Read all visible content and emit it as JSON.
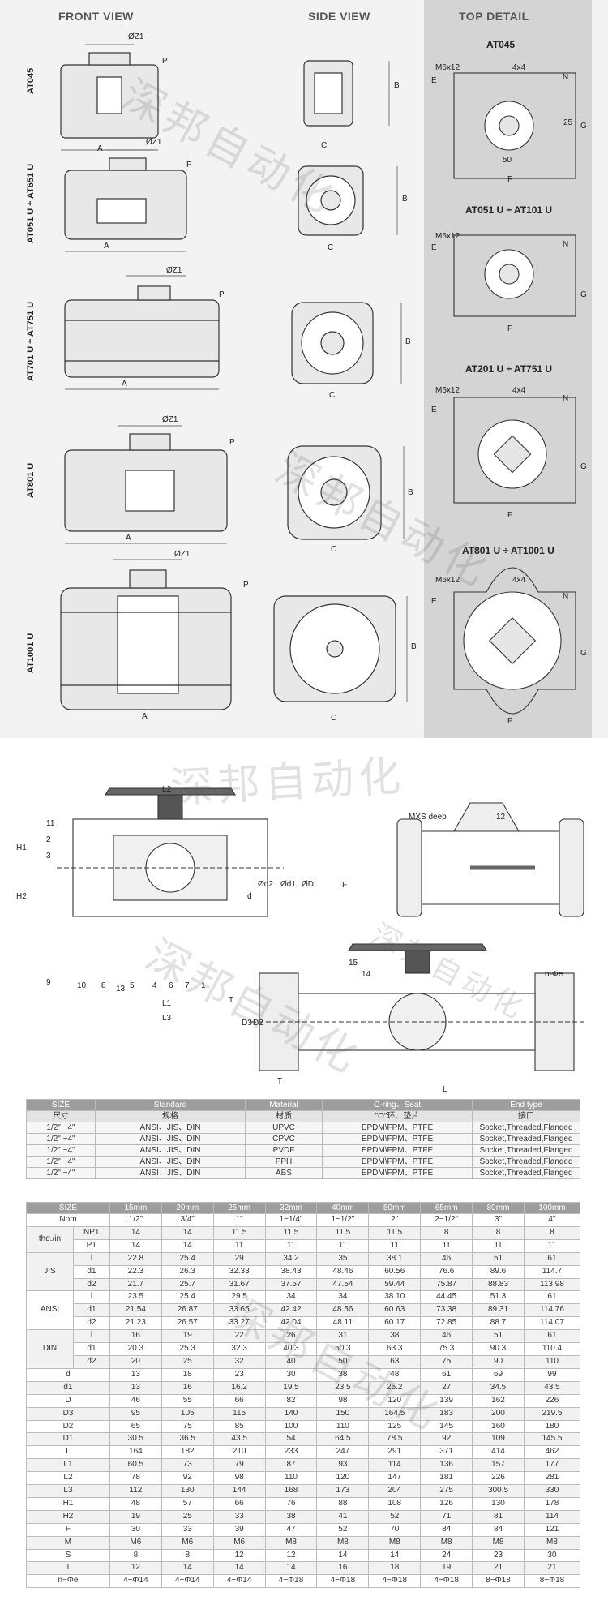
{
  "sheet1": {
    "headers": {
      "front": "FRONT VIEW",
      "side": "SIDE VIEW",
      "top": "TOP DETAIL"
    },
    "models": [
      "AT045",
      "AT051 U ÷ AT651 U",
      "AT701 U ÷ AT751 U",
      "AT801 U",
      "AT1001 U"
    ],
    "dim_labels": {
      "a": "A",
      "b": "B",
      "c": "C",
      "p": "P",
      "z": "ØZ1",
      "e": "E",
      "f": "F",
      "g": "G",
      "n": "N",
      "m": "M6x12",
      "s": "4x4",
      "d25": "25",
      "d50": "50"
    },
    "details": [
      "AT045",
      "AT051 U ÷ AT101 U",
      "AT201 U ÷ AT751 U",
      "AT801 U ÷ AT1001 U"
    ]
  },
  "sheet2": {
    "callouts": [
      "11",
      "2",
      "3",
      "9",
      "10",
      "8",
      "13",
      "5",
      "4",
      "6",
      "7",
      "1",
      "12",
      "15",
      "14"
    ],
    "dims": {
      "h1": "H1",
      "h2": "H2",
      "l1": "L1",
      "l2": "L2",
      "l3": "L3",
      "l": "L",
      "t": "T",
      "d": "d",
      "d2": "Ød2",
      "d1": "Ød1",
      "dd": "ØD",
      "d3": "D3",
      "dd2": "D2",
      "f": "F",
      "mxs": "MXS deep",
      "ne": "n-Φe"
    }
  },
  "watermark": "深邦自动化",
  "table1": {
    "headers": [
      "SIZE",
      "Standard",
      "Material",
      "O-ring、Seat",
      "End type"
    ],
    "headers_zh": [
      "尺寸",
      "规格",
      "材质",
      "\"O\"环、垫片",
      "接口"
    ],
    "rows": [
      [
        "1/2\" ~4\"",
        "ANSI、JIS、DIN",
        "UPVC",
        "EPDM\\FPM、PTFE",
        "Socket,Threaded,Flanged"
      ],
      [
        "1/2\" ~4\"",
        "ANSI、JIS、DIN",
        "CPVC",
        "EPDM\\FPM、PTFE",
        "Socket,Threaded,Flanged"
      ],
      [
        "1/2\" ~4\"",
        "ANSI、JIS、DIN",
        "PVDF",
        "EPDM\\FPM、PTFE",
        "Socket,Threaded,Flanged"
      ],
      [
        "1/2\" ~4\"",
        "ANSI、JIS、DIN",
        "PPH",
        "EPDM\\FPM、PTFE",
        "Socket,Threaded,Flanged"
      ],
      [
        "1/2\" ~4\"",
        "ANSI、JIS、DIN",
        "ABS",
        "EPDM\\FPM、PTFE",
        "Socket,Threaded,Flanged"
      ]
    ]
  },
  "table2": {
    "size_label": "SIZE",
    "sizes": [
      "15mm",
      "20mm",
      "25mm",
      "32mm",
      "40mm",
      "50mm",
      "65mm",
      "80mm",
      "100mm"
    ],
    "rows": [
      {
        "g": "Nom",
        "s": "",
        "v": [
          "1/2\"",
          "3/4\"",
          "1\"",
          "1−1/4\"",
          "1−1/2\"",
          "2\"",
          "2−1/2\"",
          "3\"",
          "4\""
        ]
      },
      {
        "g": "thd./in",
        "s": "NPT",
        "v": [
          "14",
          "14",
          "11.5",
          "11.5",
          "11.5",
          "11.5",
          "8",
          "8",
          "8"
        ]
      },
      {
        "g": "",
        "s": "PT",
        "v": [
          "14",
          "14",
          "11",
          "11",
          "11",
          "11",
          "11",
          "11",
          "11"
        ]
      },
      {
        "g": "JIS",
        "s": "l",
        "v": [
          "22.8",
          "25.4",
          "29",
          "34.2",
          "35",
          "38.1",
          "46",
          "51",
          "61"
        ]
      },
      {
        "g": "",
        "s": "d1",
        "v": [
          "22.3",
          "26.3",
          "32.33",
          "38.43",
          "48.46",
          "60.56",
          "76.6",
          "89.6",
          "114.7"
        ]
      },
      {
        "g": "",
        "s": "d2",
        "v": [
          "21.7",
          "25.7",
          "31.67",
          "37.57",
          "47.54",
          "59.44",
          "75.87",
          "88.83",
          "113.98"
        ]
      },
      {
        "g": "ANSI",
        "s": "l",
        "v": [
          "23.5",
          "25.4",
          "29.5",
          "34",
          "34",
          "38.10",
          "44.45",
          "51.3",
          "61"
        ]
      },
      {
        "g": "",
        "s": "d1",
        "v": [
          "21.54",
          "26.87",
          "33.65",
          "42.42",
          "48.56",
          "60.63",
          "73.38",
          "89.31",
          "114.76"
        ]
      },
      {
        "g": "",
        "s": "d2",
        "v": [
          "21.23",
          "26.57",
          "33.27",
          "42.04",
          "48.11",
          "60.17",
          "72.85",
          "88.7",
          "114.07"
        ]
      },
      {
        "g": "DIN",
        "s": "l",
        "v": [
          "16",
          "19",
          "22",
          "26",
          "31",
          "38",
          "46",
          "51",
          "61"
        ]
      },
      {
        "g": "",
        "s": "d1",
        "v": [
          "20.3",
          "25.3",
          "32.3",
          "40.3",
          "50.3",
          "63.3",
          "75.3",
          "90.3",
          "110.4"
        ]
      },
      {
        "g": "",
        "s": "d2",
        "v": [
          "20",
          "25",
          "32",
          "40",
          "50",
          "63",
          "75",
          "90",
          "110"
        ]
      },
      {
        "g": "d",
        "s": "",
        "v": [
          "13",
          "18",
          "23",
          "30",
          "38",
          "48",
          "61",
          "69",
          "99"
        ]
      },
      {
        "g": "d1",
        "s": "",
        "v": [
          "13",
          "16",
          "16.2",
          "19.5",
          "23.5",
          "25.2",
          "27",
          "34.5",
          "43.5"
        ]
      },
      {
        "g": "D",
        "s": "",
        "v": [
          "46",
          "55",
          "66",
          "82",
          "98",
          "120",
          "139",
          "162",
          "226"
        ]
      },
      {
        "g": "D3",
        "s": "",
        "v": [
          "95",
          "105",
          "115",
          "140",
          "150",
          "164.5",
          "183",
          "200",
          "219.5"
        ]
      },
      {
        "g": "D2",
        "s": "",
        "v": [
          "65",
          "75",
          "85",
          "100",
          "110",
          "125",
          "145",
          "160",
          "180"
        ]
      },
      {
        "g": "D1",
        "s": "",
        "v": [
          "30.5",
          "36.5",
          "43.5",
          "54",
          "64.5",
          "78.5",
          "92",
          "109",
          "145.5"
        ]
      },
      {
        "g": "L",
        "s": "",
        "v": [
          "164",
          "182",
          "210",
          "233",
          "247",
          "291",
          "371",
          "414",
          "462"
        ]
      },
      {
        "g": "L1",
        "s": "",
        "v": [
          "60.5",
          "73",
          "79",
          "87",
          "93",
          "114",
          "136",
          "157",
          "177"
        ]
      },
      {
        "g": "L2",
        "s": "",
        "v": [
          "78",
          "92",
          "98",
          "110",
          "120",
          "147",
          "181",
          "226",
          "281"
        ]
      },
      {
        "g": "L3",
        "s": "",
        "v": [
          "112",
          "130",
          "144",
          "168",
          "173",
          "204",
          "275",
          "300.5",
          "330"
        ]
      },
      {
        "g": "H1",
        "s": "",
        "v": [
          "48",
          "57",
          "66",
          "76",
          "88",
          "108",
          "126",
          "130",
          "178"
        ]
      },
      {
        "g": "H2",
        "s": "",
        "v": [
          "19",
          "25",
          "33",
          "38",
          "41",
          "52",
          "71",
          "81",
          "114"
        ]
      },
      {
        "g": "F",
        "s": "",
        "v": [
          "30",
          "33",
          "39",
          "47",
          "52",
          "70",
          "84",
          "84",
          "121"
        ]
      },
      {
        "g": "M",
        "s": "",
        "v": [
          "M6",
          "M6",
          "M6",
          "M8",
          "M8",
          "M8",
          "M8",
          "M8",
          "M8"
        ]
      },
      {
        "g": "S",
        "s": "",
        "v": [
          "8",
          "8",
          "12",
          "12",
          "14",
          "14",
          "24",
          "23",
          "30"
        ]
      },
      {
        "g": "T",
        "s": "",
        "v": [
          "12",
          "14",
          "14",
          "14",
          "16",
          "18",
          "19",
          "21",
          "21"
        ]
      },
      {
        "g": "n−Φe",
        "s": "",
        "v": [
          "4−Φ14",
          "4−Φ14",
          "4−Φ14",
          "4−Φ18",
          "4−Φ18",
          "4−Φ18",
          "4−Φ18",
          "8−Φ18",
          "8−Φ18"
        ]
      }
    ]
  }
}
